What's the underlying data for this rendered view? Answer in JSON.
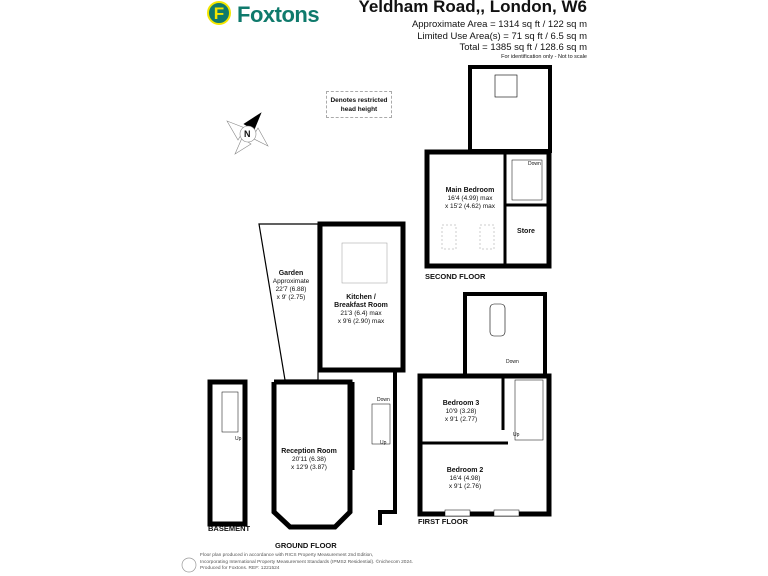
{
  "brand": {
    "name": "Foxtons",
    "logo_letter": "F",
    "colors": {
      "green": "#0f7a6c",
      "yellow": "#f3e600"
    }
  },
  "header": {
    "title": "Yeldham Road,, London, W6",
    "approx_area": "Approximate Area = 1314 sq ft / 122 sq m",
    "limited_area": "Limited Use Area(s) = 71 sq ft / 6.5 sq m",
    "total": "Total = 1385 sq ft / 128.6 sq m",
    "note": "For identification only - Not to scale"
  },
  "legend": {
    "restricted": "Denotes restricted head height"
  },
  "compass": {
    "label": "N"
  },
  "floors": {
    "basement": {
      "label": "BASEMENT",
      "up": "Up"
    },
    "ground": {
      "label": "GROUND FLOOR",
      "down": "Down",
      "up": "Up",
      "garden": {
        "name": "Garden",
        "line1": "Approximate",
        "line2": "22'7 (6.88)",
        "line3": "x 9' (2.75)"
      },
      "kitchen": {
        "name1": "Kitchen /",
        "name2": "Breakfast Room",
        "line1": "21'3 (6.4) max",
        "line2": "x 9'6 (2.90) max"
      },
      "reception": {
        "name": "Reception Room",
        "line1": "20'11 (6.38)",
        "line2": "x 12'9 (3.87)"
      }
    },
    "first": {
      "label": "FIRST FLOOR",
      "down": "Down",
      "up": "Up",
      "bedroom3": {
        "name": "Bedroom 3",
        "line1": "10'9 (3.28)",
        "line2": "x 9'1 (2.77)"
      },
      "bedroom2": {
        "name": "Bedroom 2",
        "line1": "16'4 (4.98)",
        "line2": "x 9'1 (2.76)"
      }
    },
    "second": {
      "label": "SECOND FLOOR",
      "down": "Down",
      "store": "Store",
      "main_bedroom": {
        "name": "Main Bedroom",
        "line1": "16'4 (4.99) max",
        "line2": "x 15'2 (4.62) max"
      }
    }
  },
  "footer": {
    "line1": "Floor plan produced in accordance with RICS Property Measurement 2nd Edition,",
    "line2": "Incorporating International Property Measurement Standards (IPMS2 Residential).  ©nichecom 2024.",
    "line3": "Produced for Foxtons.   REF: 1221524"
  }
}
